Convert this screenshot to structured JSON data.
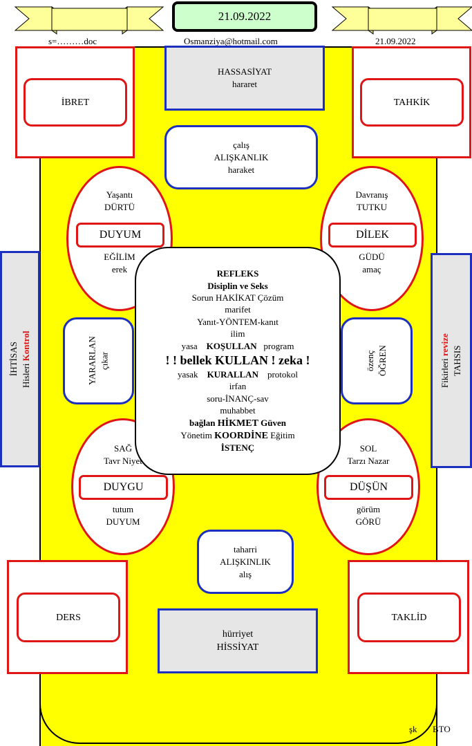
{
  "header": {
    "date_box": "21.09.2022",
    "left_note": "s=………doc",
    "email": "Osmanziya@hotmail.com",
    "right_date": "21.09.2022"
  },
  "corners": {
    "top_left": "İBRET",
    "top_right": "TAHKİK",
    "bottom_left": "DERS",
    "bottom_right": "TAKLİD"
  },
  "top_rect": {
    "line1": "HASSASİYAT",
    "line2": "hararet"
  },
  "top_round": {
    "line1": "çalış",
    "line2": "ALIŞKANLIK",
    "line3": "haraket"
  },
  "bottom_round": {
    "line1": "taharri",
    "line2": "ALIŞKINLIK",
    "line3": "alış"
  },
  "bottom_rect": {
    "line1": "hürriyet",
    "line2": "HİSSİYAT"
  },
  "ellipses": {
    "top_left": {
      "top1": "Yaşantı",
      "top2": "DÜRTÜ",
      "pill": "DUYUM",
      "bottom1": "EĞİLİM",
      "bottom2": "erek"
    },
    "top_right": {
      "top1": "Davranış",
      "top2": "TUTKU",
      "pill": "DİLEK",
      "bottom1": "GÜDÜ",
      "bottom2": "amaç"
    },
    "bottom_left": {
      "top1": "SAĞ",
      "top2": "Tavr Niyet",
      "pill": "DUYGU",
      "bottom1": "tutum",
      "bottom2": "DUYUM"
    },
    "bottom_right": {
      "top1": "SOL",
      "top2": "Tarzı Nazar",
      "pill": "DÜŞÜN",
      "bottom1": "görüm",
      "bottom2": "GÖRÜ"
    }
  },
  "side_left_round": {
    "line1": "YARARLAN",
    "line2": "çıkar"
  },
  "side_right_round": {
    "line1": "özenç",
    "line2": "ÖĞREN"
  },
  "left_bar": {
    "line1": "İHTİSAS",
    "line2_a": "Hisleri ",
    "line2_b": "Kontrol"
  },
  "right_bar": {
    "line1_a": "Fikirleri ",
    "line1_b": "revize",
    "line2": "TAHSIS"
  },
  "core": {
    "l1": "REFLEKS",
    "l2": "Disiplin ve Seks",
    "l3": "Sorun HAKİKAT Çözüm",
    "l4": "marifet",
    "l5": "Yanıt-YÖNTEM-kanıt",
    "l6": "ilim",
    "l7_a": "yasa",
    "l7_b": "KOŞULLAN",
    "l7_c": "program",
    "l8": "! ! bellek KULLAN ! zeka !",
    "l9_a": "yasak",
    "l9_b": "KURALLAN",
    "l9_c": "protokol",
    "l10": "irfan",
    "l11": "soru-İNANÇ-sav",
    "l12": "muhabbet",
    "l13_a": "bağlan",
    "l13_b": "HİKMET",
    "l13_c": "Güven",
    "l14_a": "Yönetim",
    "l14_b": "KOORDİNE",
    "l14_c": "Eğitim",
    "l15": "İSTENÇ"
  },
  "footer": {
    "left": "şk",
    "right": "BTO"
  },
  "colors": {
    "board": "#ffff00",
    "red": "#e01515",
    "blue": "#1c2fbf",
    "banner": "#ffff99",
    "date_bg": "#ccffcc"
  }
}
